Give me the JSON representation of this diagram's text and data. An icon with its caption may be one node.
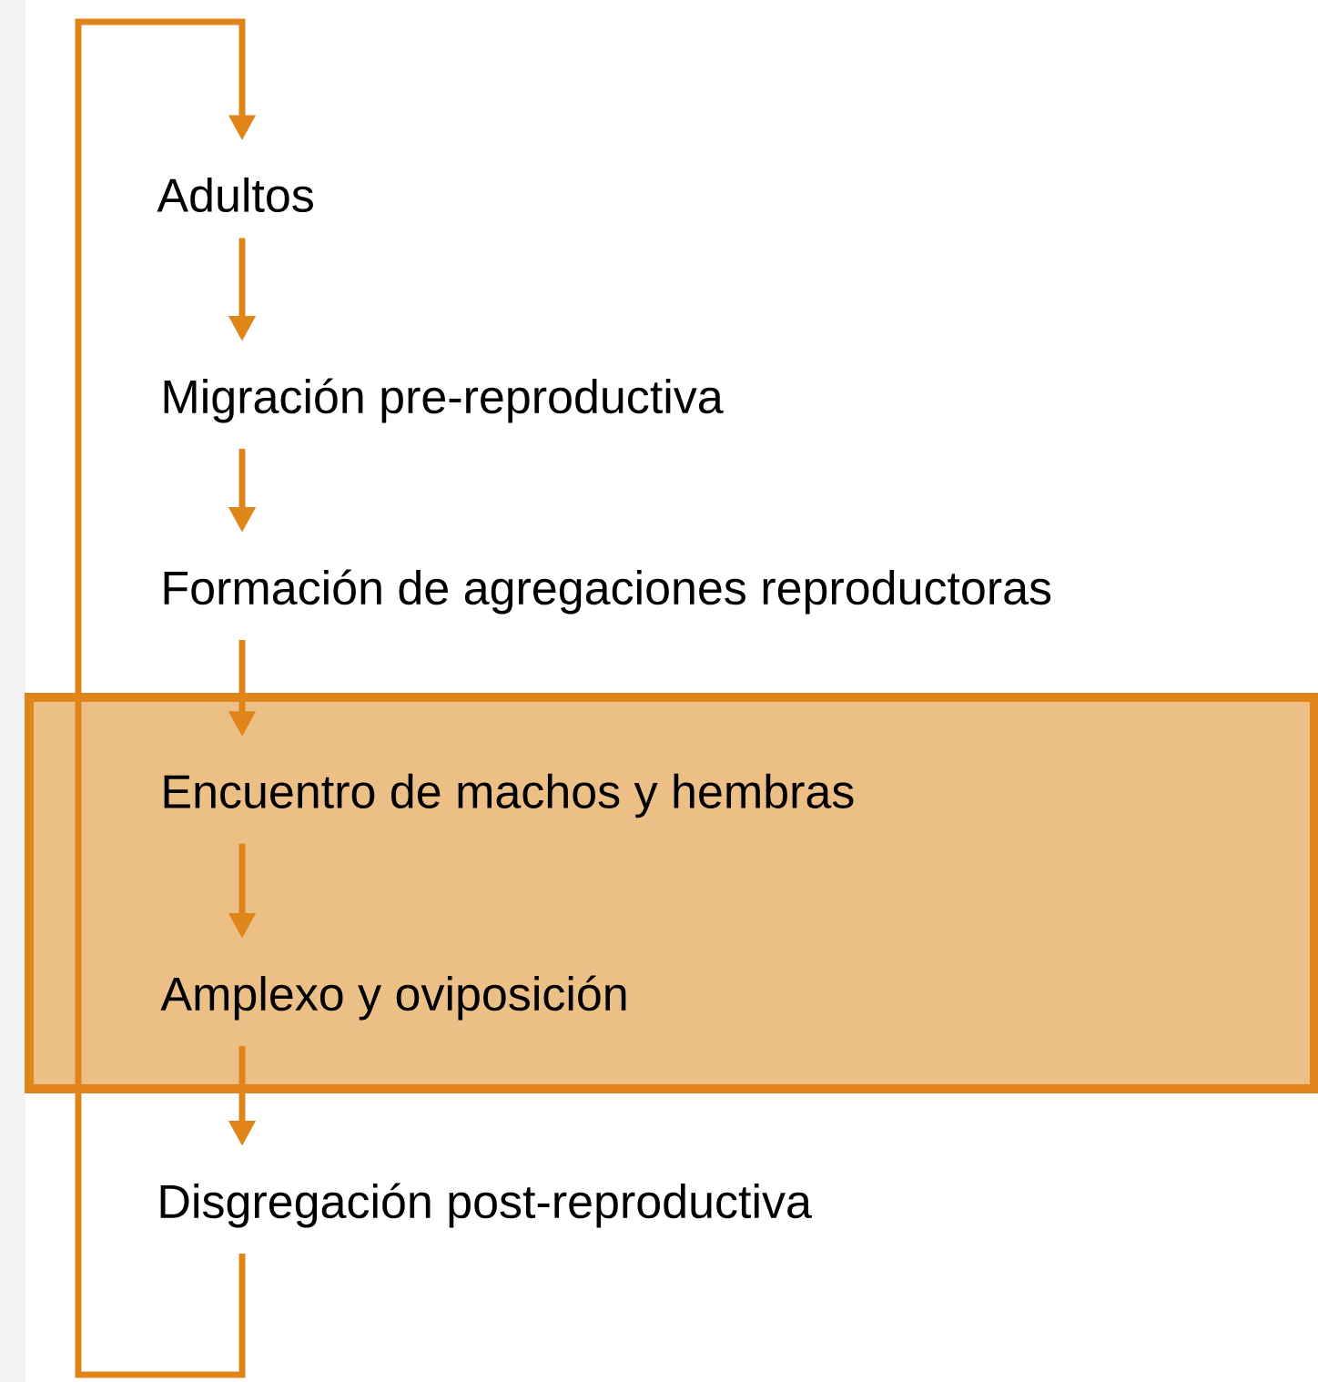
{
  "diagram": {
    "nodes": [
      {
        "text": [
          "Adultos"
        ]
      },
      {
        "text": [
          "Migración pre-reproductiva"
        ]
      },
      {
        "text": [
          "Formación de agregaciones reproductoras"
        ]
      },
      {
        "text": [],
        "shape": "box"
      },
      {
        "text": [
          "Encuentro de machos y hembras"
        ],
        "in": 3
      },
      {
        "text": [
          "Amplexo y oviposición"
        ],
        "in": 3
      },
      {
        "text": [
          "Disgregación post-reproductiva"
        ]
      }
    ],
    "edges": [
      {
        "from": 6,
        "to": 0,
        "arrow": "to"
      },
      {
        "from": 0,
        "to": 1,
        "arrow": "to"
      },
      {
        "from": 1,
        "to": 2,
        "arrow": "to"
      },
      {
        "from": 2,
        "to": 4,
        "arrow": "to"
      },
      {
        "from": 4,
        "to": 5,
        "arrow": "to"
      },
      {
        "from": 5,
        "to": 6,
        "arrow": "to"
      }
    ]
  }
}
